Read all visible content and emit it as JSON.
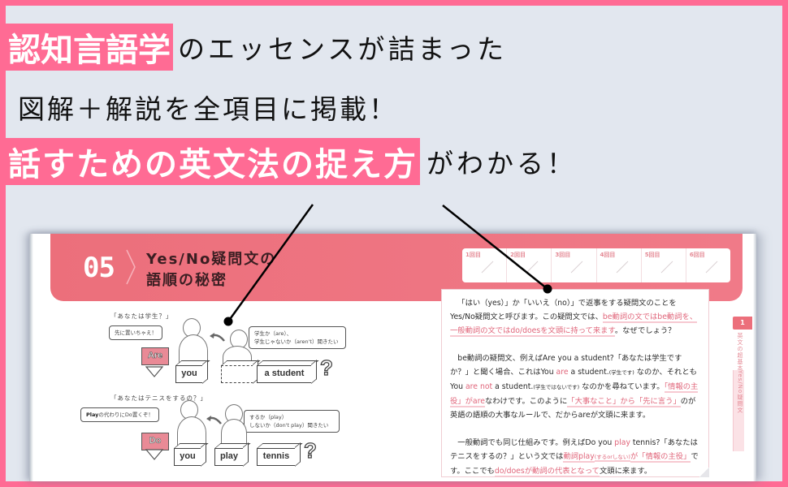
{
  "headline": {
    "line1": {
      "highlight": "認知言語学",
      "rest": "のエッセンスが詰まった"
    },
    "line2": {
      "text": "図解＋解説を全項目に掲載！"
    },
    "line3": {
      "highlight": "話すための英文法の捉え方",
      "rest": "がわかる！"
    }
  },
  "colors": {
    "frame_pink": "#ff6b94",
    "background": "#e2e7ef",
    "banner_pink": "#ec6f7b",
    "accent_text": "#e0657a"
  },
  "book": {
    "chapter": {
      "number": "05",
      "title_line1": "Yes/No疑問文の",
      "title_line2": "語順の秘密"
    },
    "checkboxes": [
      {
        "label": "1回目"
      },
      {
        "label": "2回目"
      },
      {
        "label": "3回目"
      },
      {
        "label": "4回目"
      },
      {
        "label": "5回目"
      },
      {
        "label": "6回目"
      }
    ],
    "diagram1": {
      "caption": "「あなたは学生？」",
      "left_bubble": "先に置いちゃえ！",
      "right_bubble_line1": "学生か（are）、",
      "right_bubble_line2": "学生じゃないか（aren't）聞きたい",
      "aux_word": "Are",
      "words": [
        "you",
        "a student"
      ],
      "question_mark": "?"
    },
    "diagram2": {
      "caption": "「あなたはテニスをするの？」",
      "left_bubble_bold": "Play",
      "left_bubble_rest": "の代わりにDo置くぞ！",
      "right_bubble_line1": "するか（play）",
      "right_bubble_line2": "しないか（don't play）聞きたい",
      "aux_word": "Do",
      "words": [
        "you",
        "play",
        "tennis"
      ],
      "question_mark": "?"
    },
    "text": {
      "p1": {
        "a": "「はい（yes）」か「いいえ（no）」で返事をする疑問文のことをYes/No疑問文と呼びます。この疑問文では、",
        "b": "be動詞の文ではbe動詞を、一般動詞の文ではdo/doesを文頭に持って来ます",
        "c": "。なぜでしょう？"
      },
      "p2": {
        "a": "be動詞の疑問文、例えばAre you a student?「あなたは学生ですか？」と聞く場合、これはYou ",
        "b": "are",
        "c": " a student.",
        "d": "(学生です)",
        "e": " なのか、それともYou ",
        "f": "are not",
        "g": " a student.",
        "h": "(学生ではないです)",
        "i": " なのかを尋ねています。",
        "j": "「情報の主役」がare",
        "k": "なわけです。このように",
        "l": "「大事なこと」から「先に言う」",
        "m": "のが英語の語順の大事なルールで、だからareが文頭に来ます。"
      },
      "p3": {
        "a": "一般動詞でも同じ仕組みです。例えばDo you ",
        "b": "play",
        "c": " tennis?「あなたはテニスをするの？」という文では",
        "d": "動詞play",
        "e": "(するorしない)",
        "f": "が「情報の主役」",
        "g": "です。ここでも",
        "h": "do/doesが動詞の代表となって",
        "i": "文頭に来ます。"
      }
    },
    "side_tab": {
      "number": "1",
      "section": "英文の超基本",
      "current": "Yes/No疑問文"
    }
  }
}
